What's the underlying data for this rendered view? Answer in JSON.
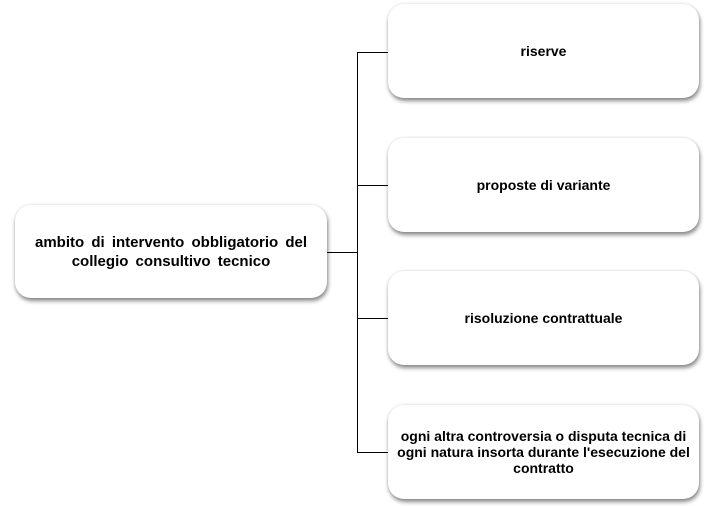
{
  "diagram": {
    "root": {
      "label": "ambito di intervento obbligatorio del collegio consultivo tecnico"
    },
    "children": [
      {
        "label": "riserve"
      },
      {
        "label": "proposte di variante"
      },
      {
        "label": "risoluzione contrattuale"
      },
      {
        "label": "ogni altra controversia o disputa tecnica di ogni natura insorta durante l'esecuzione del contratto"
      }
    ],
    "colors": {
      "box_fill": "#ffffff",
      "connector": "#000000",
      "text": "#000000"
    }
  }
}
